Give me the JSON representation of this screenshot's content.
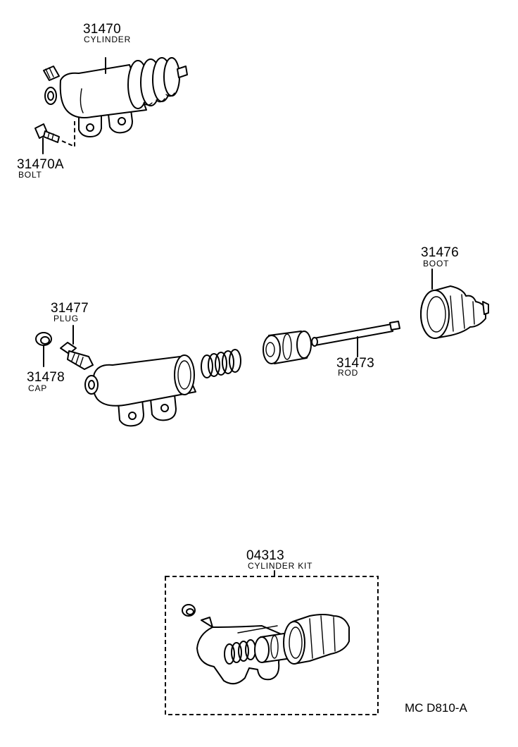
{
  "parts": {
    "cylinder": {
      "number": "31470",
      "name": "CYLINDER"
    },
    "bolt": {
      "number": "31470A",
      "name": "BOLT"
    },
    "plug": {
      "number": "31477",
      "name": "PLUG"
    },
    "cap": {
      "number": "31478",
      "name": "CAP"
    },
    "rod": {
      "number": "31473",
      "name": "ROD"
    },
    "boot": {
      "number": "31476",
      "name": "BOOT"
    },
    "cylinder_kit": {
      "number": "04313",
      "name": "CYLINDER KIT"
    }
  },
  "diagram_ref": "MC D810-A"
}
